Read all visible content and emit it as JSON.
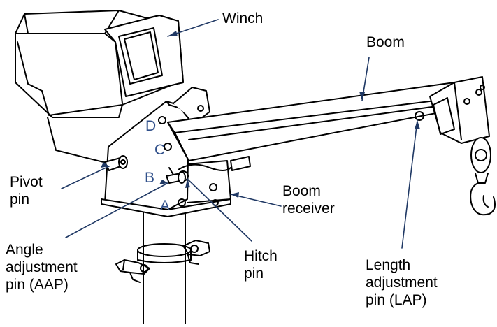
{
  "colors": {
    "line": "#000000",
    "leader": "#1f3864",
    "hole_letter": "#2f4f8a",
    "background": "#ffffff"
  },
  "labels": {
    "winch": "Winch",
    "boom": "Boom",
    "pivot_pin": "Pivot\npin",
    "boom_receiver": "Boom\nreceiver",
    "angle_adjustment_pin": "Angle\nadjustment\npin (AAP)",
    "hitch_pin": "Hitch\npin",
    "length_adjustment_pin": "Length\nadjustment\npin (LAP)"
  },
  "hole_letters": {
    "a": "A",
    "b": "B",
    "c": "C",
    "d": "D"
  }
}
